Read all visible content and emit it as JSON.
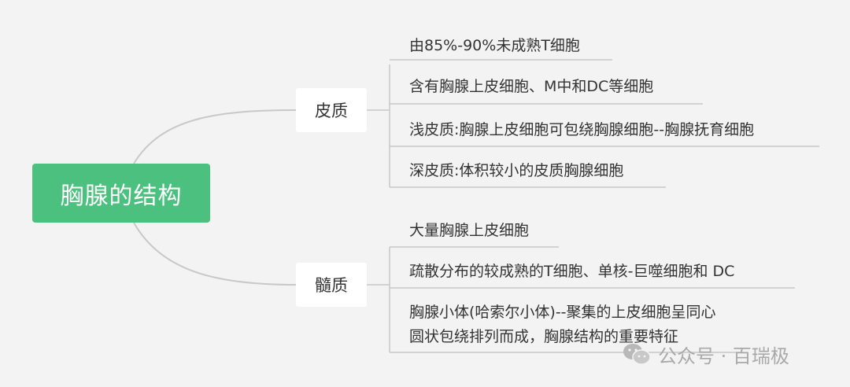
{
  "diagram": {
    "root": {
      "label": "胸腺的结构"
    },
    "branches": [
      {
        "label": "皮质",
        "leaves": [
          {
            "lines": [
              "由85%-90%未成熟T细胞"
            ]
          },
          {
            "lines": [
              "含有胸腺上皮细胞、M中和DC等细胞"
            ]
          },
          {
            "lines": [
              "浅皮质:胸腺上皮细胞可包绕胸腺细胞--胸腺抚育细胞"
            ]
          },
          {
            "lines": [
              "深皮质:体积较小的皮质胸腺细胞"
            ]
          }
        ]
      },
      {
        "label": "髓质",
        "leaves": [
          {
            "lines": [
              "大量胸腺上皮细胞"
            ]
          },
          {
            "lines": [
              "疏散分布的较成熟的T细胞、单核-巨噬细胞和 DC"
            ]
          },
          {
            "lines": [
              "胸腺小体(哈索尔小体)--聚集的上皮细胞呈同心",
              "圆状包绕排列而成，胸腺结构的重要特征"
            ]
          }
        ]
      }
    ]
  },
  "watermark": {
    "text": "公众号 · 百瑞极",
    "icon": "wechat-icon"
  },
  "colors": {
    "root_fill": "#4cc07e",
    "line": "#c8c8c8",
    "background": "#f3f3f3",
    "text": "#333333"
  }
}
